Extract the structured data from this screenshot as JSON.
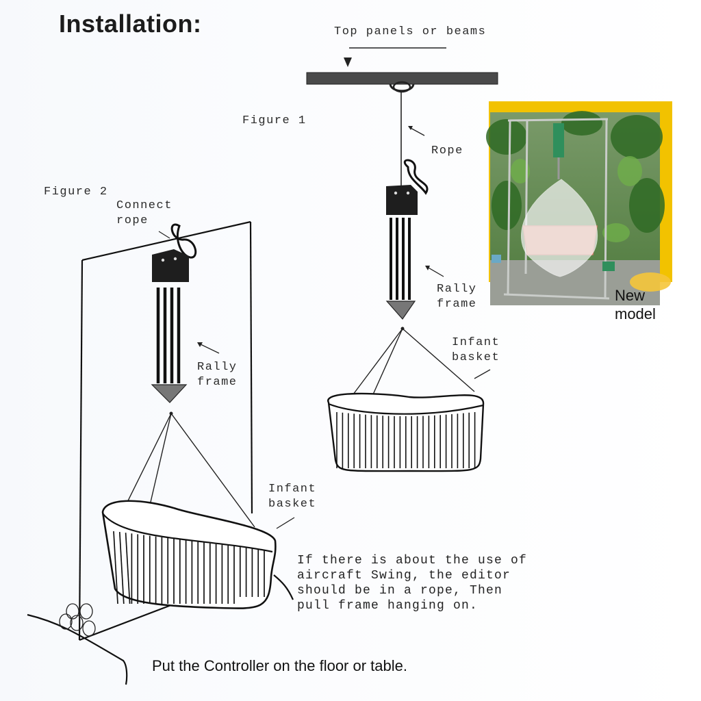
{
  "title": "Installation:",
  "figure1": {
    "label": "Figure 1",
    "top_beam_label": "Top panels or beams",
    "rope_label": "Rope",
    "rally_frame_label": [
      "Rally",
      "frame"
    ],
    "infant_basket_label": [
      "Infant",
      "basket"
    ]
  },
  "figure2": {
    "label": "Figure 2",
    "connect_rope_label": [
      "Connect",
      "rope"
    ],
    "rally_frame_label": [
      "Rally",
      "frame"
    ],
    "infant_basket_label": [
      "Infant",
      "basket"
    ]
  },
  "note_lines": [
    "If there is about the use of",
    "aircraft Swing, the editor",
    "should be in a rope, Then",
    "pull frame hanging on."
  ],
  "caption": "Put the Controller on the floor or table.",
  "photo_label": [
    "New",
    "model"
  ],
  "colors": {
    "ink": "#1a1a1a",
    "photo_border": "#f2c200",
    "foliage": "#3f7a2e",
    "mesh": "#f4f4f4",
    "basket_pink": "#e59a86"
  }
}
